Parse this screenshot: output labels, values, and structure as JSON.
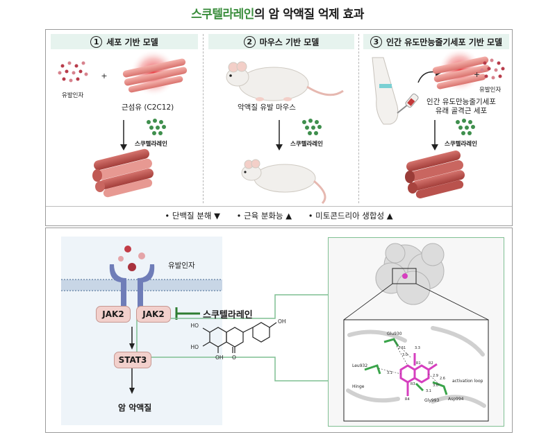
{
  "title": {
    "highlight": "스쿠텔라레인",
    "rest": "의 암 악액질 억제 효과"
  },
  "models": [
    {
      "number": "1",
      "label": "세포 기반 모델"
    },
    {
      "number": "2",
      "label": "마우스 기반 모델"
    },
    {
      "number": "3",
      "label": "인간 유도만능줄기세포 기반 모델"
    }
  ],
  "labels": {
    "inducer": "유발인자",
    "plus": "+",
    "muscle_fiber": "근섬유 (C2C12)",
    "scutellarein": "스쿠텔라레인",
    "cachexia_mouse": "악액질 유발 마우스",
    "ipsc_muscle_line1": "인간 유도만능줄기세포",
    "ipsc_muscle_line2": "유래 골격근 세포"
  },
  "effects": [
    "• 단백질 분해 ▼",
    "• 근육 분화능 ▲",
    "• 미토콘드리아 생합성 ▲"
  ],
  "pathway": {
    "inducer": "유발인자",
    "jak_left": "JAK2",
    "jak_right": "JAK2",
    "stat": "STAT3",
    "outcome": "암 악액질",
    "inhibitor": "스쿠텔라레인",
    "atoms": [
      "HO",
      "HO",
      "OH",
      "OH",
      "O"
    ]
  },
  "docking": {
    "residues": [
      "Glu930",
      "Leu932",
      "Gly993",
      "Asp994"
    ],
    "annotations": [
      "Hinge",
      "activation loop"
    ],
    "distances": [
      "2.61",
      "3.0",
      "3.3",
      "3.1",
      "2.6",
      "2.9",
      "3.0",
      "3.1"
    ],
    "ring_labels": [
      "R1",
      "R2",
      "R3",
      "R4"
    ]
  },
  "colors": {
    "accent_green": "#3a8d3c",
    "jak_fill": "#f2d0cc",
    "zoom_border": "#7fbf92",
    "ligand": "#d63fbf"
  }
}
